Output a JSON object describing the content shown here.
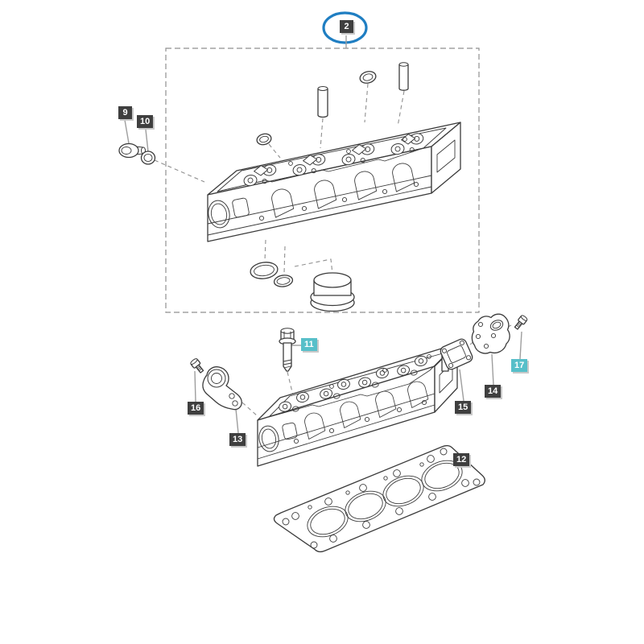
{
  "page": {
    "background_color": "#ffffff"
  },
  "diagram": {
    "type": "exploded-parts-diagram",
    "callouts": [
      {
        "id": "2",
        "label": "2",
        "style": "dark",
        "circled": true
      },
      {
        "id": "9",
        "label": "9",
        "style": "dark",
        "circled": false
      },
      {
        "id": "10",
        "label": "10",
        "style": "dark",
        "circled": false
      },
      {
        "id": "11",
        "label": "11",
        "style": "highlight",
        "circled": false
      },
      {
        "id": "12",
        "label": "12",
        "style": "dark",
        "circled": false
      },
      {
        "id": "13",
        "label": "13",
        "style": "dark",
        "circled": false
      },
      {
        "id": "14",
        "label": "14",
        "style": "dark",
        "circled": false
      },
      {
        "id": "15",
        "label": "15",
        "style": "dark",
        "circled": false
      },
      {
        "id": "16",
        "label": "16",
        "style": "dark",
        "circled": false
      },
      {
        "id": "17",
        "label": "17",
        "style": "highlight",
        "circled": false
      }
    ],
    "colors": {
      "line": "#3b3b3b",
      "dash": "#8f8f8f",
      "leader": "#9e9e9e",
      "label-bg": "#3f3f3f",
      "label-text": "#ffffff",
      "label-shadow": "#c9c9c9",
      "highlight": "#57bfc9",
      "circle-accent": "#1f7ec2"
    }
  }
}
